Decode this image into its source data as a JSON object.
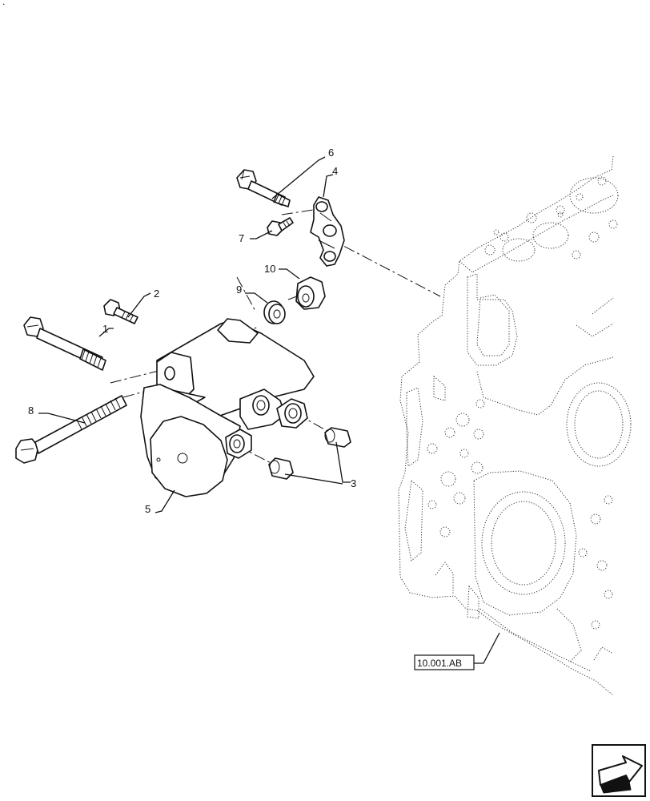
{
  "callouts": [
    {
      "id": "c1",
      "text": "1"
    },
    {
      "id": "c2",
      "text": "2"
    },
    {
      "id": "c3",
      "text": "3"
    },
    {
      "id": "c4",
      "text": "4"
    },
    {
      "id": "c5",
      "text": "5"
    },
    {
      "id": "c6",
      "text": "6"
    },
    {
      "id": "c7",
      "text": "7"
    },
    {
      "id": "c8",
      "text": "8"
    },
    {
      "id": "c9",
      "text": "9"
    },
    {
      "id": "c10",
      "text": "10"
    }
  ],
  "reference": {
    "text": "10.001.AB"
  },
  "corner_mark": {
    "text": "."
  },
  "nav": {
    "icon": "next-page-arrow-icon"
  }
}
